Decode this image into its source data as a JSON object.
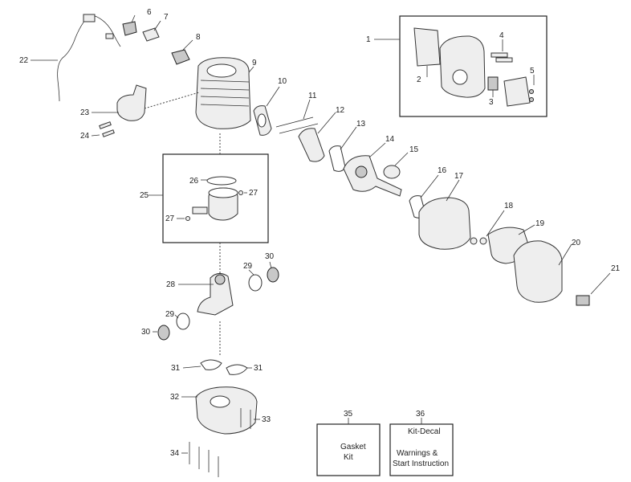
{
  "callouts": {
    "n1": "1",
    "n2": "2",
    "n3": "3",
    "n4": "4",
    "n5": "5",
    "n6": "6",
    "n7": "7",
    "n8": "8",
    "n9": "9",
    "n10": "10",
    "n11": "11",
    "n12": "12",
    "n13": "13",
    "n14": "14",
    "n15": "15",
    "n16": "16",
    "n17": "17",
    "n18": "18",
    "n19": "19",
    "n20": "20",
    "n21": "21",
    "n22": "22",
    "n23": "23",
    "n24": "24",
    "n25": "25",
    "n26": "26",
    "n27": "27",
    "n28": "28",
    "n29": "29",
    "n30": "30",
    "n31": "31",
    "n32": "32",
    "n33": "33",
    "n34": "34",
    "n35": "35",
    "n36": "36"
  },
  "kits": {
    "gasket_line1": "Gasket",
    "gasket_line2": "Kit",
    "decal_title": "Kit-Decal",
    "decal_line1": "Warnings &",
    "decal_line2": "Start Instruction"
  }
}
